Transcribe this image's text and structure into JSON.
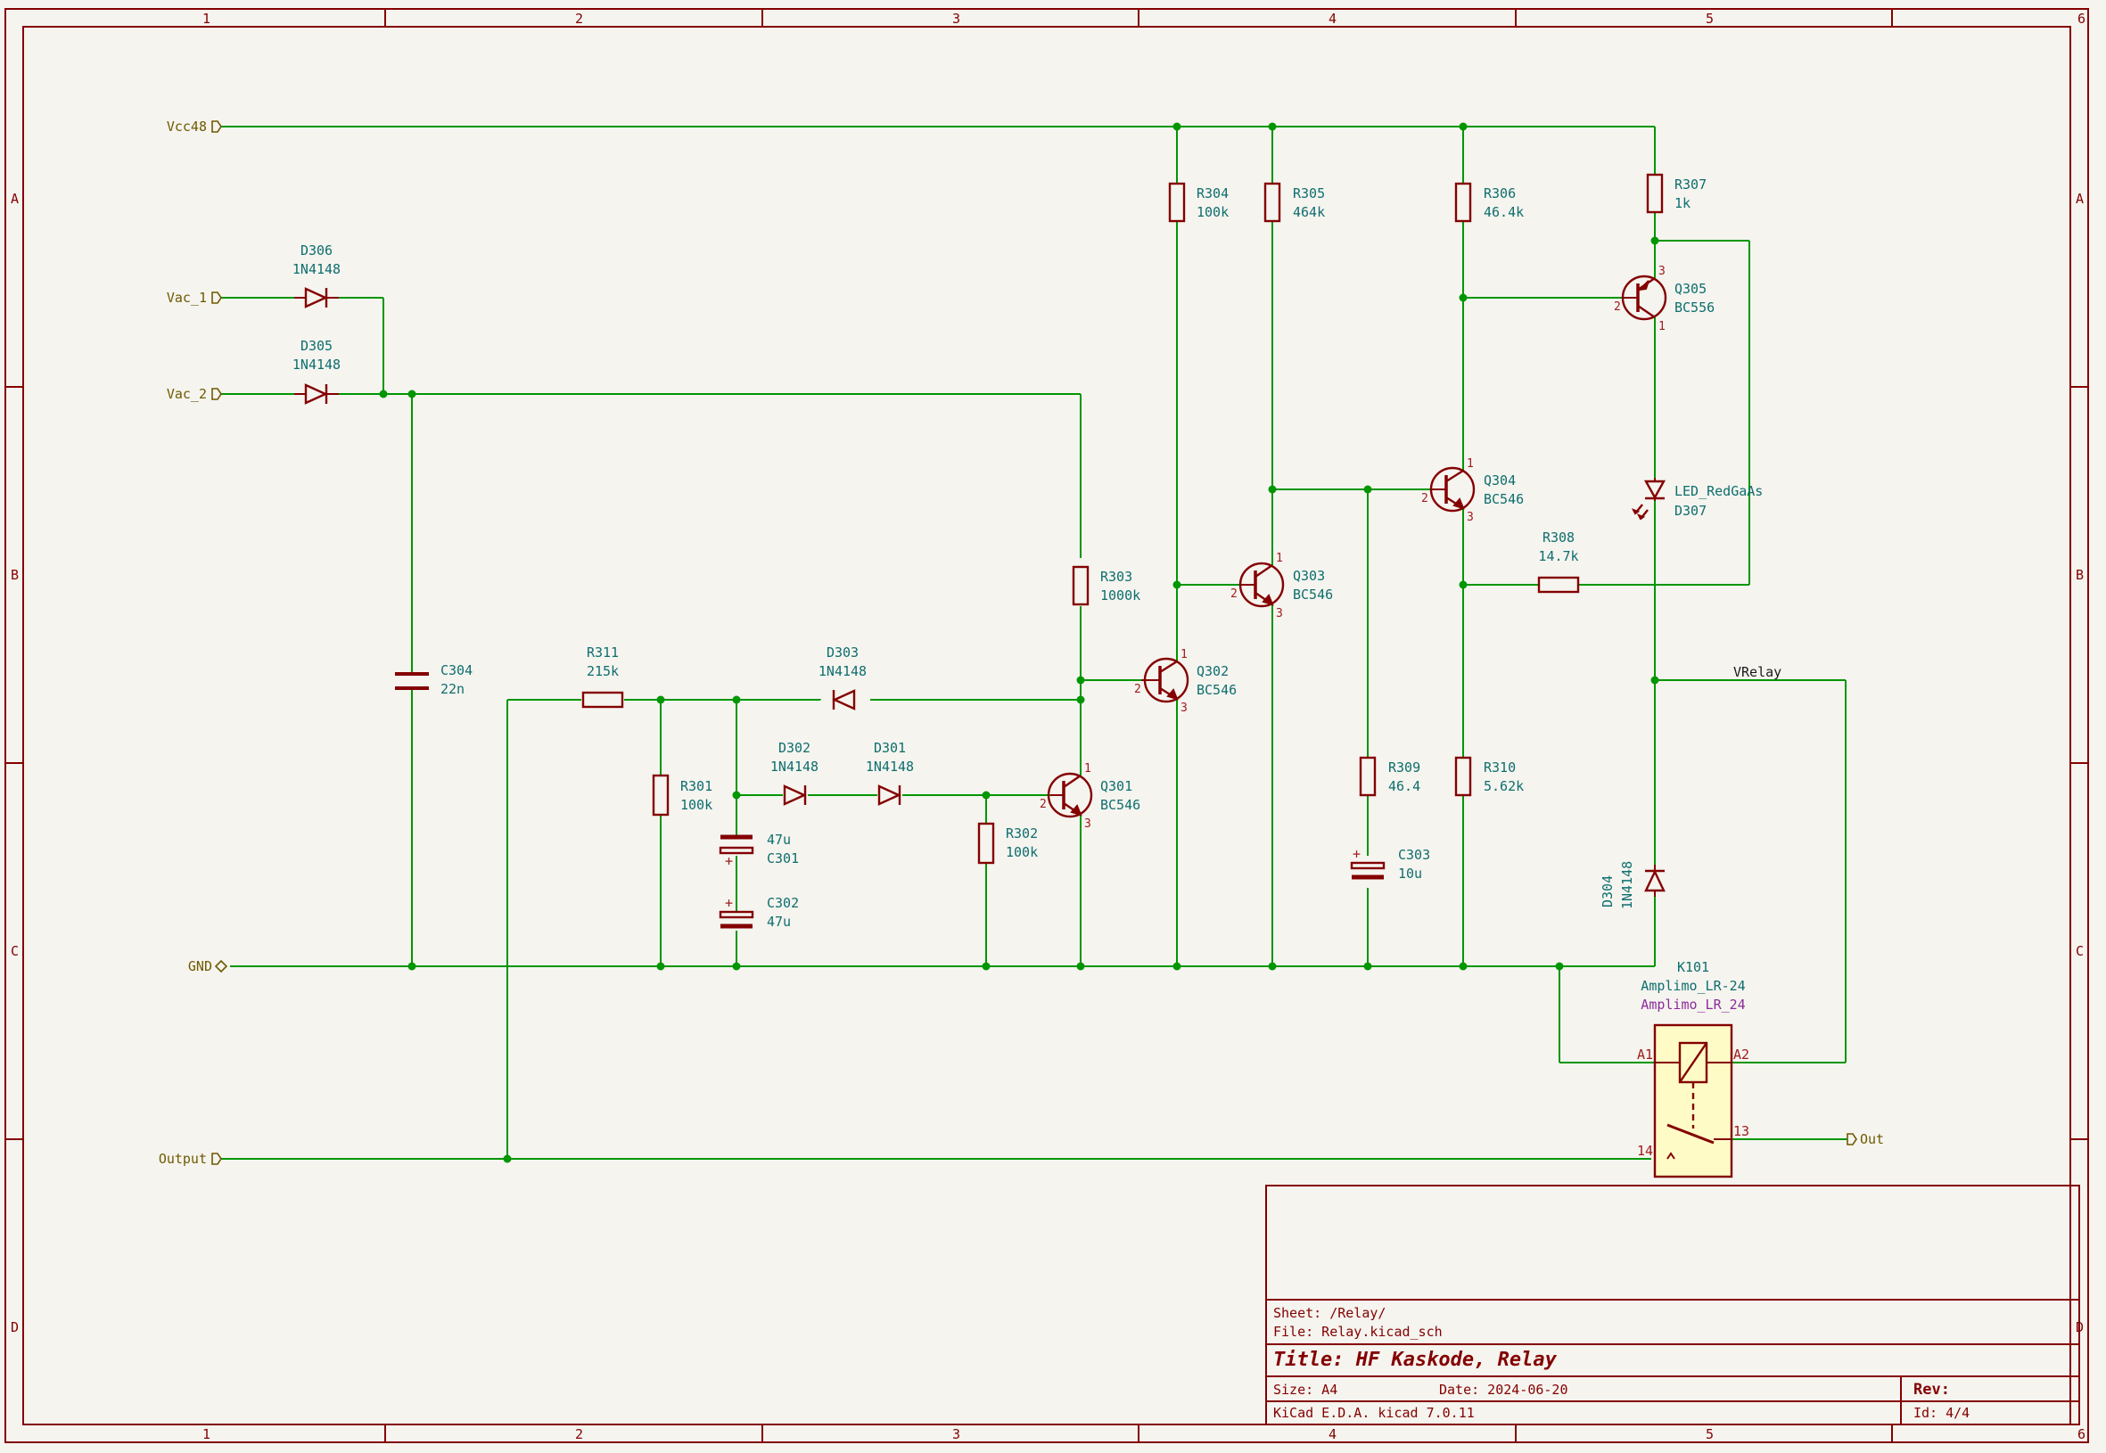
{
  "border": {
    "columns": [
      "1",
      "2",
      "3",
      "4",
      "5",
      "6"
    ],
    "rows": [
      "A",
      "B",
      "C",
      "D"
    ]
  },
  "ports": {
    "vcc48": "Vcc48",
    "vac1": "Vac_1",
    "vac2": "Vac_2",
    "gnd": "GND",
    "output": "Output",
    "out": "Out"
  },
  "nets": {
    "vrelay": "VRelay"
  },
  "components": {
    "D306": {
      "ref": "D306",
      "value": "1N4148"
    },
    "D305": {
      "ref": "D305",
      "value": "1N4148"
    },
    "D303": {
      "ref": "D303",
      "value": "1N4148"
    },
    "D302": {
      "ref": "D302",
      "value": "1N4148"
    },
    "D301": {
      "ref": "D301",
      "value": "1N4148"
    },
    "D304": {
      "ref": "D304",
      "value": "1N4148"
    },
    "D307": {
      "ref": "D307",
      "value": "LED_RedGaAs"
    },
    "C304": {
      "ref": "C304",
      "value": "22n"
    },
    "C301": {
      "ref": "C301",
      "value": "47u"
    },
    "C302": {
      "ref": "C302",
      "value": "47u"
    },
    "C303": {
      "ref": "C303",
      "value": "10u"
    },
    "R311": {
      "ref": "R311",
      "value": "215k"
    },
    "R301": {
      "ref": "R301",
      "value": "100k"
    },
    "R302": {
      "ref": "R302",
      "value": "100k"
    },
    "R303": {
      "ref": "R303",
      "value": "1000k"
    },
    "R304": {
      "ref": "R304",
      "value": "100k"
    },
    "R305": {
      "ref": "R305",
      "value": "464k"
    },
    "R306": {
      "ref": "R306",
      "value": "46.4k"
    },
    "R307": {
      "ref": "R307",
      "value": "1k"
    },
    "R308": {
      "ref": "R308",
      "value": "14.7k"
    },
    "R309": {
      "ref": "R309",
      "value": "46.4"
    },
    "R310": {
      "ref": "R310",
      "value": "5.62k"
    },
    "Q301": {
      "ref": "Q301",
      "value": "BC546"
    },
    "Q302": {
      "ref": "Q302",
      "value": "BC546"
    },
    "Q303": {
      "ref": "Q303",
      "value": "BC546"
    },
    "Q304": {
      "ref": "Q304",
      "value": "BC546"
    },
    "Q305": {
      "ref": "Q305",
      "value": "BC556"
    },
    "K101": {
      "ref": "K101",
      "value": "Amplimo_LR-24",
      "footprint": "Amplimo_LR_24"
    }
  },
  "pins": {
    "one": "1",
    "two": "2",
    "three": "3",
    "a1": "A1",
    "a2": "A2",
    "p13": "13",
    "p14": "14"
  },
  "title_block": {
    "sheet": "Sheet: /Relay/",
    "file": "File: Relay.kicad_sch",
    "title": "Title: HF Kaskode, Relay",
    "size": "Size: A4",
    "date": "Date: 2024-06-20",
    "rev": "Rev:",
    "tool": "KiCad E.D.A.  kicad 7.0.11",
    "id": "Id: 4/4"
  },
  "colors": {
    "wire": "#009600",
    "symbol": "#840000",
    "reference": "#0e6e6e",
    "label": "#6f5a00",
    "background": "#f5f4ef"
  }
}
